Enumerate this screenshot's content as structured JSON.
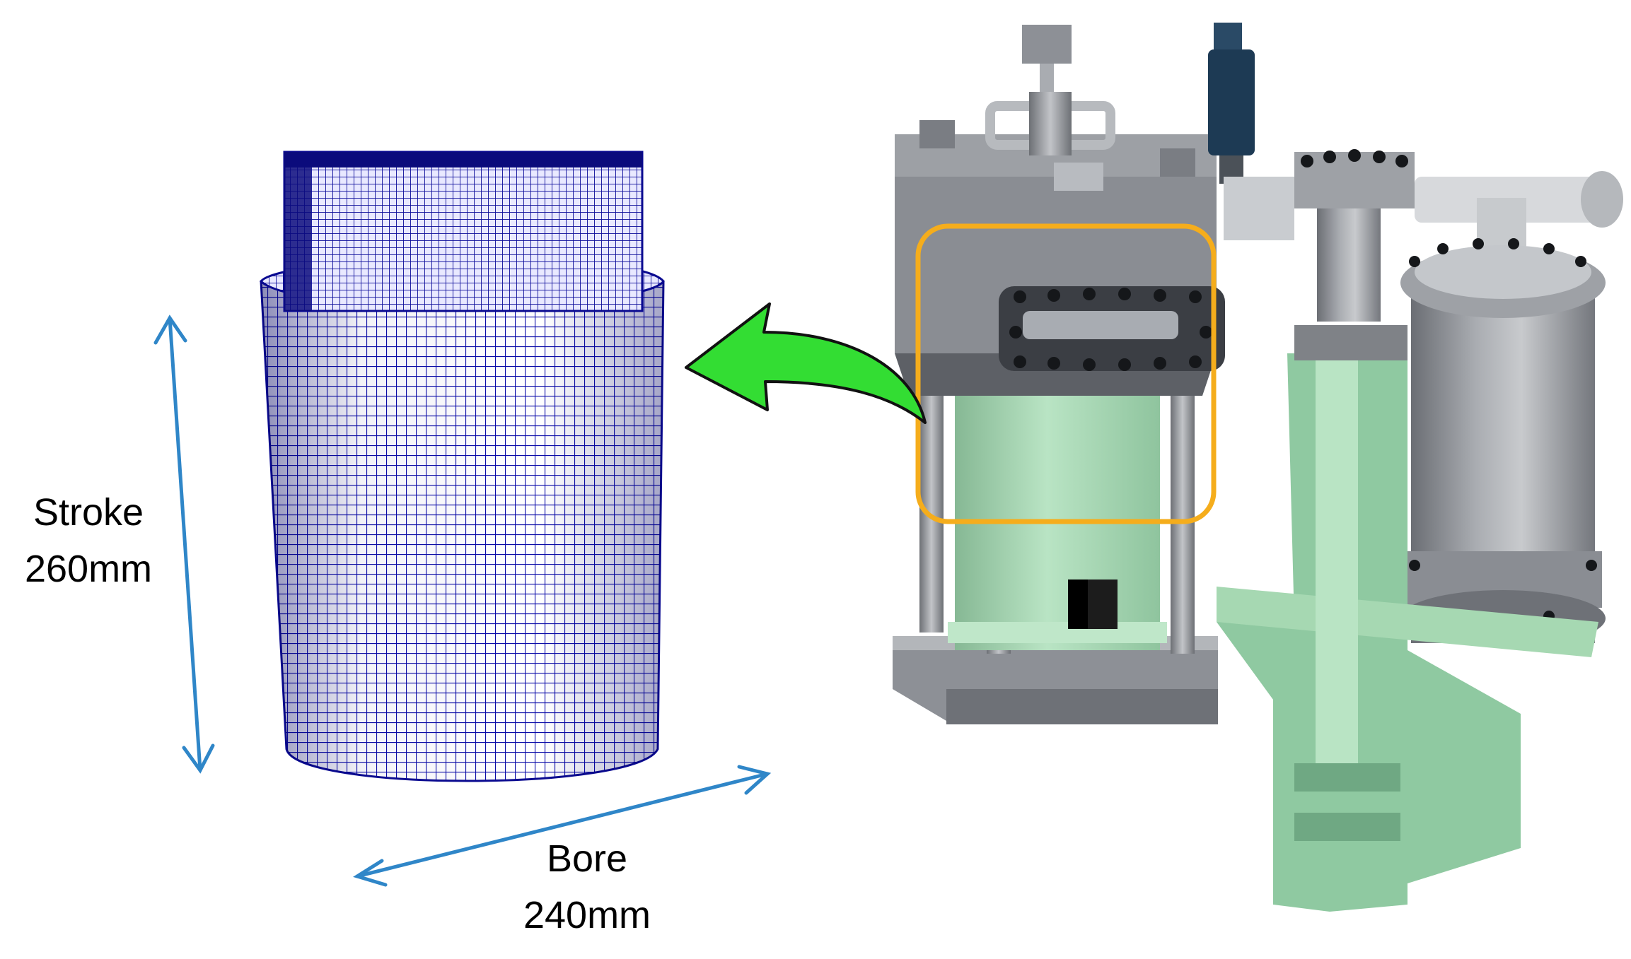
{
  "labels": {
    "stroke": {
      "name": "Stroke",
      "value": "260mm"
    },
    "bore": {
      "name": "Bore",
      "value": "240mm"
    }
  },
  "colors": {
    "mesh_line": "#0a0aa8",
    "mesh_fill": "#1a1aa0",
    "mesh_top_block": "#0b0b7c",
    "dimension_arrow": "#2f86c8",
    "callout_arrow_fill": "#33dd33",
    "highlight_box": "#f5ad1c",
    "engine_gray": "#8d9096",
    "engine_dark_gray": "#5d6066",
    "engine_light_gray": "#b8bbc0",
    "liner_green": "#a6d8b2",
    "support_green": "#8fc9a1",
    "actuator_blue": "#1d3a54"
  },
  "icons": {
    "mesh_model": "cylinder-mesh-icon",
    "engine_model": "engine-cad-model",
    "callout": "curved-arrow-icon"
  }
}
